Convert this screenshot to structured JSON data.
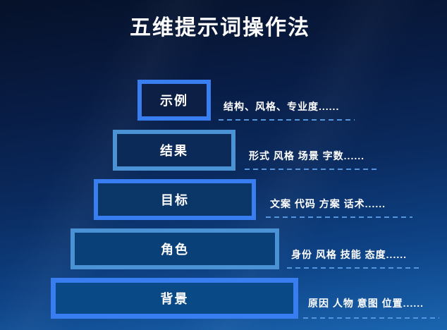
{
  "title": "五维提示词操作法",
  "colors": {
    "bg_top": "#061129",
    "bg_mid": "#0a2a5e",
    "bg_bottom": "#1a65b0",
    "dash": "#5595de",
    "border_vivid": "#387ef0",
    "border_steel": "#4a92d4",
    "box1_fill": "#0e1f46",
    "box2_fill": "#0c2a58",
    "box3_fill": "#0b3668",
    "box4_fill": "#0a4078",
    "box5_fill": "#094a86",
    "text": "#ffffff"
  },
  "pyramid": {
    "rows": [
      {
        "label": "示例",
        "desc": "结构、风格、专业度......"
      },
      {
        "label": "结果",
        "desc": "形式 风格 场景 字数......"
      },
      {
        "label": "目标",
        "desc": "文案 代码 方案 话术......"
      },
      {
        "label": "角色",
        "desc": "身份 风格 技能 态度......"
      },
      {
        "label": "背景",
        "desc": "原因 人物 意图 位置......"
      }
    ]
  }
}
